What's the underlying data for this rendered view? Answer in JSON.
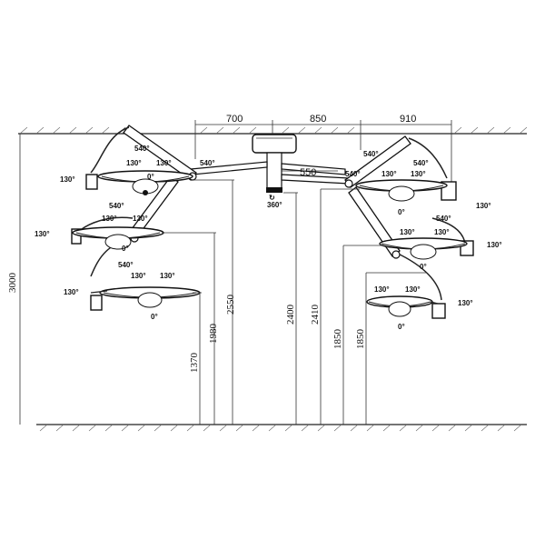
{
  "diagram": {
    "horizontal_dims": [
      "700",
      "850",
      "910",
      "550"
    ],
    "vertical_dims": [
      "3000",
      "1370",
      "1980",
      "2550",
      "2400",
      "2410",
      "1850",
      "1850"
    ],
    "angle_labels": {
      "a540": "540°",
      "a130": "130°",
      "a0": "0°",
      "a360": "360°"
    }
  }
}
